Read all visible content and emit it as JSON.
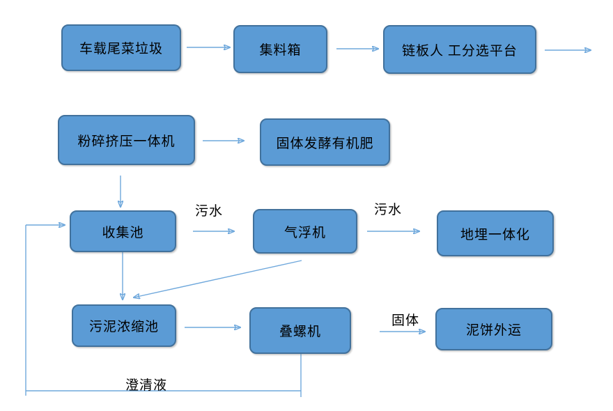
{
  "diagram": {
    "boxes": [
      {
        "id": "vehicle-tail-vegetable-waste",
        "label": "车载尾菜垃圾"
      },
      {
        "id": "material-collection-hopper",
        "label": "集料箱"
      },
      {
        "id": "chain-plate-manual-sorting-platform",
        "label": "链板人 工分选平台"
      },
      {
        "id": "crushing-squeezing-machine",
        "label": "粉碎挤压一体机"
      },
      {
        "id": "solid-fermentation-organic-fertilizer",
        "label": "固体发酵有机肥"
      },
      {
        "id": "collection-pool",
        "label": "收集池"
      },
      {
        "id": "air-flotation-machine",
        "label": "气浮机"
      },
      {
        "id": "underground-integrated-unit",
        "label": "地埋一体化"
      },
      {
        "id": "sludge-thickening-pool",
        "label": "污泥浓缩池"
      },
      {
        "id": "stacked-screw-machine",
        "label": "叠螺机"
      },
      {
        "id": "mud-cake-outward-transport",
        "label": "泥饼外运"
      }
    ],
    "edge_labels": [
      {
        "id": "sewage-1",
        "label": "污水"
      },
      {
        "id": "sewage-2",
        "label": "污水"
      },
      {
        "id": "solid",
        "label": "固体"
      },
      {
        "id": "clarified-liquid",
        "label": "澄清液"
      }
    ],
    "colors": {
      "box_fill": "#5B9BD5",
      "box_border": "#41719C",
      "arrow": "#6FA8DC",
      "text": "#000000",
      "background": "#FFFFFF"
    }
  }
}
